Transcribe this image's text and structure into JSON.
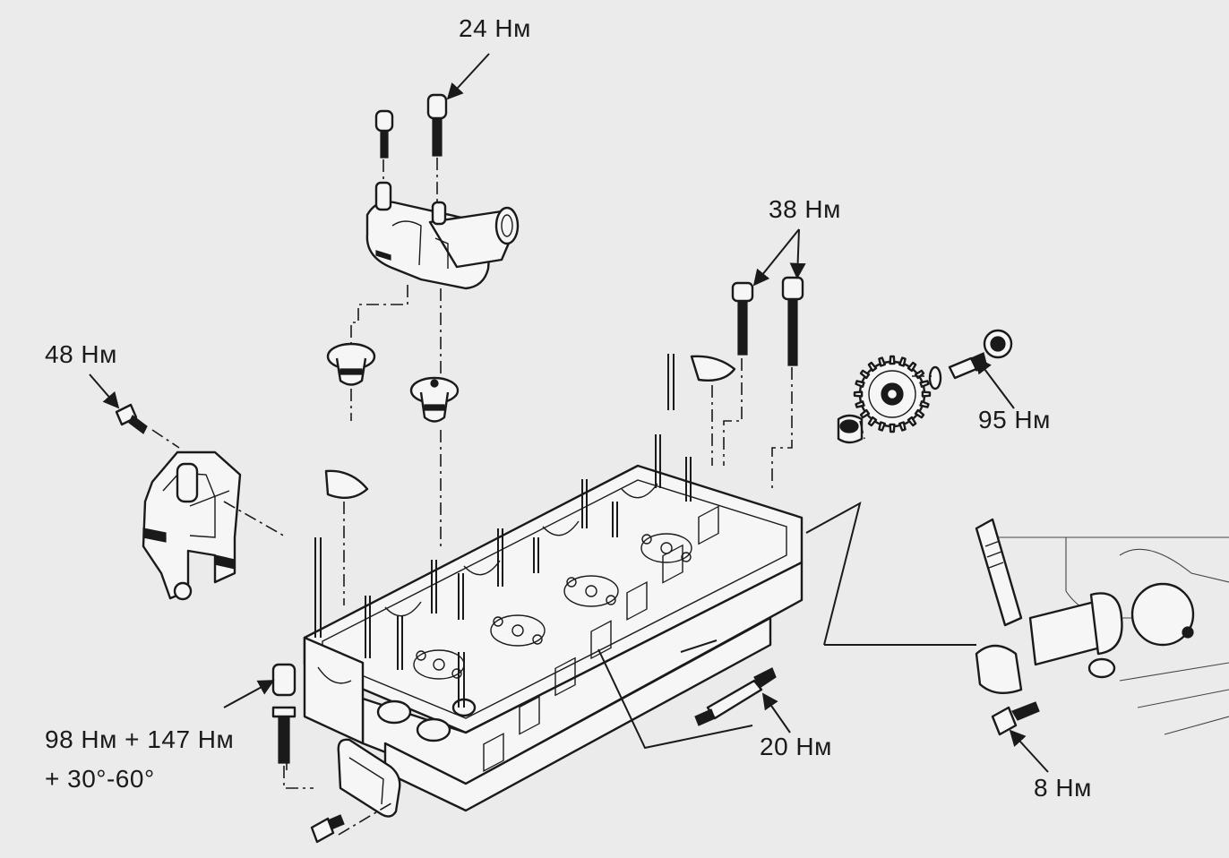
{
  "labels": {
    "thermostat_bolts": "24 Нм",
    "camshaft_bolts": "38 Нм",
    "bracket_bolt": "48 Нм",
    "sprocket_bolt": "95 Нм",
    "head_bolt_line1": "98 Нм + 147 Нм",
    "head_bolt_line2": "+ 30°-60°",
    "glow_plug": "20 Нм",
    "pipe_bolt": "8 Нм"
  },
  "colors": {
    "ink": "#1a1a1a",
    "paper": "#ebebeb"
  }
}
